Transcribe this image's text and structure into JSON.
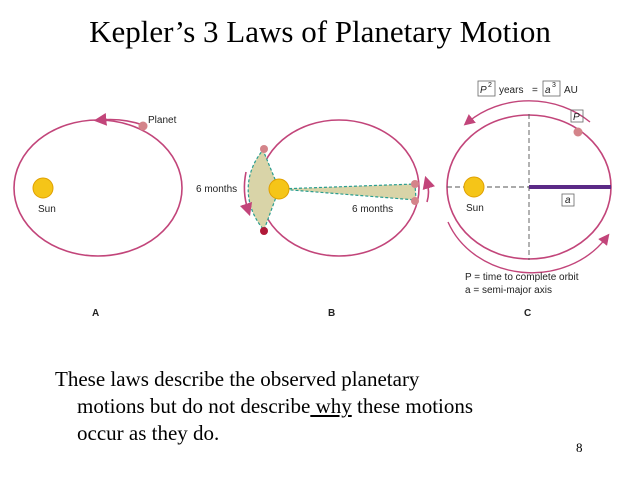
{
  "title": "Kepler’s 3 Laws of Planetary Motion",
  "colors": {
    "orbit": "#c2457a",
    "sun": "#f5c518",
    "sun_outline": "#e0a000",
    "planet": "#d4848a",
    "planet_dark": "#b01838",
    "area_fill": "#d9d4a8",
    "area_edge": "#2a9d8f",
    "axis_bar": "#5b2a86"
  },
  "panel_a": {
    "planet_label": "Planet",
    "sun_label": "Sun",
    "caption": "A"
  },
  "panel_b": {
    "left_label": "6 months",
    "right_label": "6 months",
    "caption": "B"
  },
  "panel_c": {
    "formula": {
      "lhs_base": "P",
      "lhs_exp": "2",
      "lhs_unit": "years",
      "equals": "=",
      "rhs_base": "a",
      "rhs_exp": "3",
      "rhs_unit": "AU"
    },
    "planet_label": "P",
    "sun_label": "Sun",
    "axis_label": "a",
    "legend_p": "P = time to complete orbit",
    "legend_a": "a = semi-major axis",
    "caption": "C"
  },
  "body": {
    "line1": "These laws describe the observed planetary",
    "line2_pre": "motions but do not describe",
    "line2_under": " why",
    "line2_post": " these motions",
    "line3": "occur as they do."
  },
  "page_number": "8"
}
